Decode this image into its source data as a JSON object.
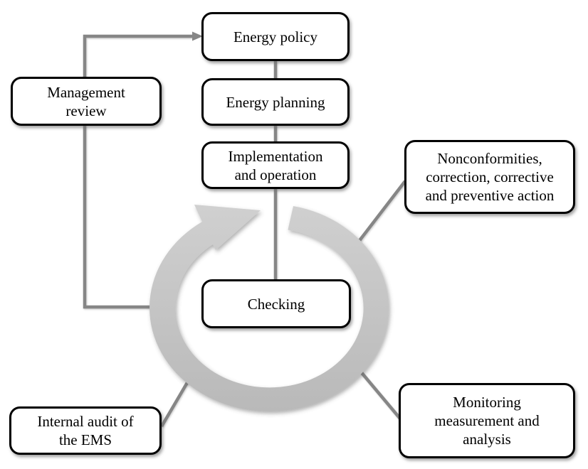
{
  "diagram": {
    "type": "cycle-flowchart",
    "nodes": {
      "energy_policy": "Energy policy",
      "energy_planning": "Energy planning",
      "implementation": "Implementation\nand operation",
      "management_review": "Management\nreview",
      "nonconformities": "Nonconformities,\ncorrection, corrective\nand preventive action",
      "checking": "Checking",
      "internal_audit": "Internal audit of\nthe EMS",
      "monitoring": "Monitoring\nmeasurement and\nanalysis"
    },
    "colors": {
      "connector": "#868686",
      "ring_gradient_top": "#d0d0d0",
      "ring_gradient_bottom": "#b9b9b9",
      "box_border": "#000000",
      "box_background": "#ffffff",
      "text": "#000000",
      "background": "#ffffff"
    }
  }
}
